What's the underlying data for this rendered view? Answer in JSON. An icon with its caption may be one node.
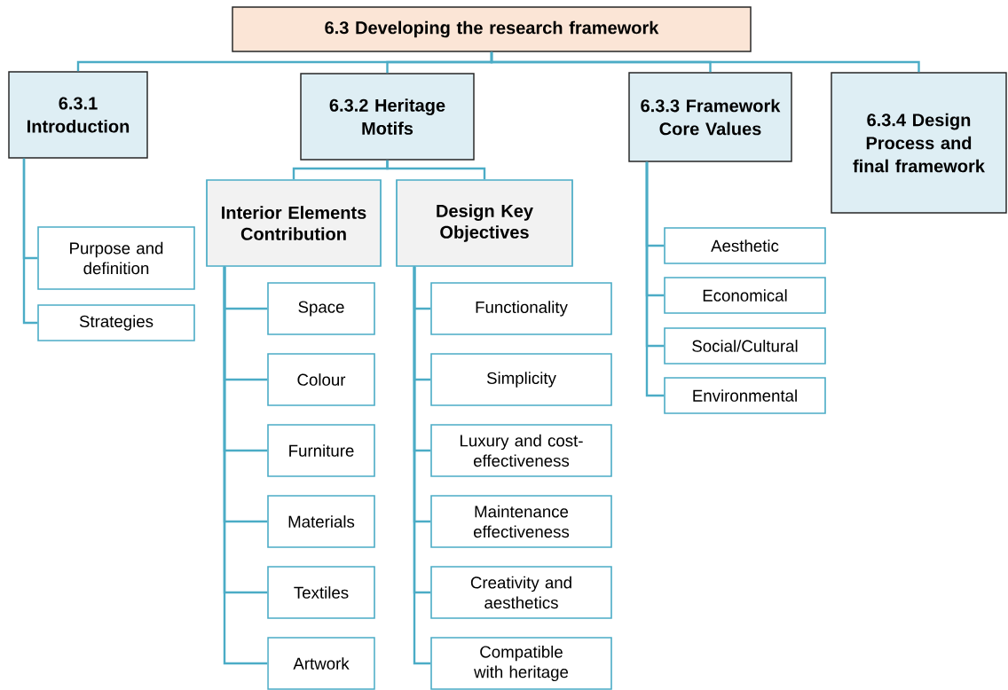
{
  "diagram": {
    "nodes": [
      {
        "text": [
          "6.3 Developing the research framework"
        ]
      },
      {
        "text": [
          "6.3.1 Introduction"
        ]
      },
      {
        "text": [
          "6.3.2 Heritage Motifs"
        ]
      },
      {
        "text": [
          "6.3.3 Framework Core Values"
        ]
      },
      {
        "text": [
          "6.3.4 Design Process and final framework"
        ]
      },
      {
        "text": [
          "Purpose and definition"
        ]
      },
      {
        "text": [
          "Strategies"
        ]
      },
      {
        "text": [
          "Interior Elements Contribution"
        ]
      },
      {
        "text": [
          "Design Key Objectives"
        ]
      },
      {
        "text": [
          "Space"
        ]
      },
      {
        "text": [
          "Colour"
        ]
      },
      {
        "text": [
          "Furniture"
        ]
      },
      {
        "text": [
          "Materials"
        ]
      },
      {
        "text": [
          "Textiles"
        ]
      },
      {
        "text": [
          "Artwork"
        ]
      },
      {
        "text": [
          "Functionality"
        ]
      },
      {
        "text": [
          "Simplicity"
        ]
      },
      {
        "text": [
          "Luxury and cost-effectiveness"
        ]
      },
      {
        "text": [
          "Maintenance effectiveness"
        ]
      },
      {
        "text": [
          "Creativity and aesthetics"
        ]
      },
      {
        "text": [
          "Compatible with heritage"
        ]
      },
      {
        "text": [
          "Aesthetic"
        ]
      },
      {
        "text": [
          "Economical"
        ]
      },
      {
        "text": [
          "Social/Cultural"
        ]
      },
      {
        "text": [
          "Environmental"
        ]
      }
    ],
    "edges": [
      {
        "from": 0,
        "to": 1,
        "arrow": "none"
      },
      {
        "from": 0,
        "to": 2,
        "arrow": "none"
      },
      {
        "from": 0,
        "to": 3,
        "arrow": "none"
      },
      {
        "from": 0,
        "to": 4,
        "arrow": "none"
      },
      {
        "from": 1,
        "to": 5,
        "arrow": "none"
      },
      {
        "from": 1,
        "to": 6,
        "arrow": "none"
      },
      {
        "from": 2,
        "to": 7,
        "arrow": "none"
      },
      {
        "from": 2,
        "to": 8,
        "arrow": "none"
      },
      {
        "from": 7,
        "to": 9,
        "arrow": "none"
      },
      {
        "from": 7,
        "to": 10,
        "arrow": "none"
      },
      {
        "from": 7,
        "to": 11,
        "arrow": "none"
      },
      {
        "from": 7,
        "to": 12,
        "arrow": "none"
      },
      {
        "from": 7,
        "to": 13,
        "arrow": "none"
      },
      {
        "from": 7,
        "to": 14,
        "arrow": "none"
      },
      {
        "from": 8,
        "to": 15,
        "arrow": "none"
      },
      {
        "from": 8,
        "to": 16,
        "arrow": "none"
      },
      {
        "from": 8,
        "to": 17,
        "arrow": "none"
      },
      {
        "from": 8,
        "to": 18,
        "arrow": "none"
      },
      {
        "from": 8,
        "to": 19,
        "arrow": "none"
      },
      {
        "from": 8,
        "to": 20,
        "arrow": "none"
      },
      {
        "from": 3,
        "to": 21,
        "arrow": "none"
      },
      {
        "from": 3,
        "to": 22,
        "arrow": "none"
      },
      {
        "from": 3,
        "to": 23,
        "arrow": "none"
      },
      {
        "from": 3,
        "to": 24,
        "arrow": "none"
      }
    ]
  }
}
